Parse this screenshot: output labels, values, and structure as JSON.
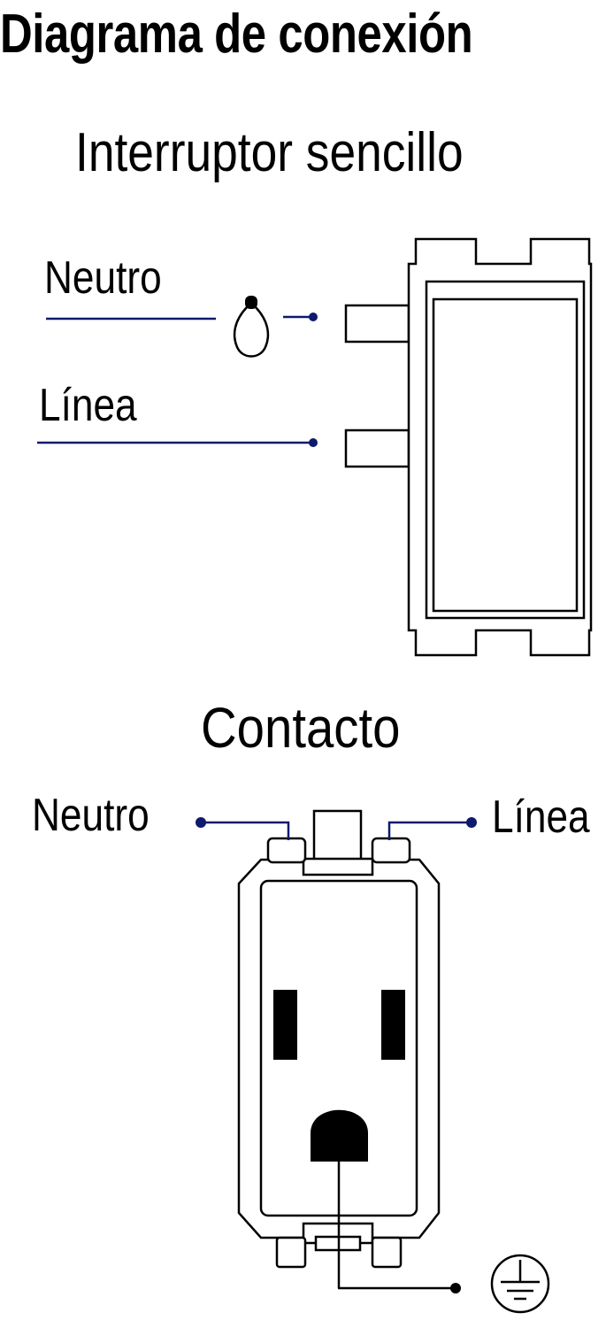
{
  "header": {
    "title": "Diagrama de conexión"
  },
  "switch_section": {
    "title": "Interruptor sencillo",
    "neutral_label": "Neutro",
    "line_label": "Línea",
    "bulb_icon": "light-bulb-icon"
  },
  "outlet_section": {
    "title": "Contacto",
    "neutral_label": "Neutro",
    "line_label": "Línea",
    "ground_icon": "ground-symbol-icon"
  },
  "colors": {
    "wire": "#0d1a6e",
    "outline": "#000000",
    "background": "#ffffff"
  }
}
